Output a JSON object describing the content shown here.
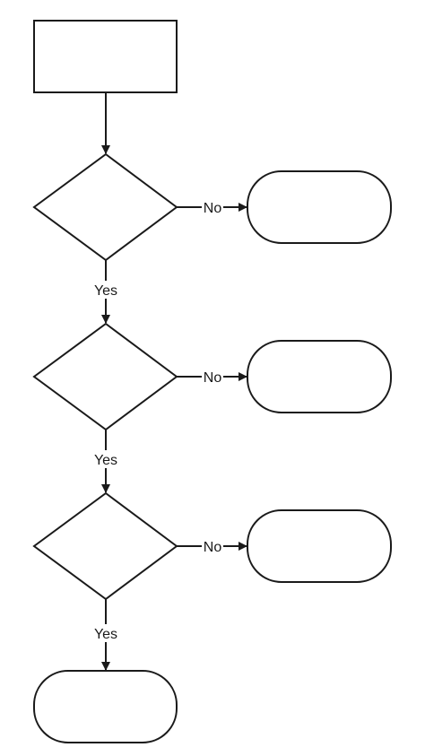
{
  "diagram": {
    "type": "flowchart",
    "stroke_color": "#1a1a1a",
    "background": "#ffffff",
    "nodes": [
      {
        "id": "start",
        "shape": "rectangle",
        "text": ""
      },
      {
        "id": "decision-1",
        "shape": "diamond",
        "text": ""
      },
      {
        "id": "outcome-1",
        "shape": "rounded-rectangle",
        "text": ""
      },
      {
        "id": "decision-2",
        "shape": "diamond",
        "text": ""
      },
      {
        "id": "outcome-2",
        "shape": "rounded-rectangle",
        "text": ""
      },
      {
        "id": "decision-3",
        "shape": "diamond",
        "text": ""
      },
      {
        "id": "outcome-3",
        "shape": "rounded-rectangle",
        "text": ""
      },
      {
        "id": "end",
        "shape": "rounded-rectangle",
        "text": ""
      }
    ],
    "edges": [
      {
        "from": "start",
        "to": "decision-1",
        "label": ""
      },
      {
        "from": "decision-1",
        "to": "outcome-1",
        "label": "No"
      },
      {
        "from": "decision-1",
        "to": "decision-2",
        "label": "Yes"
      },
      {
        "from": "decision-2",
        "to": "outcome-2",
        "label": "No"
      },
      {
        "from": "decision-2",
        "to": "decision-3",
        "label": "Yes"
      },
      {
        "from": "decision-3",
        "to": "outcome-3",
        "label": "No"
      },
      {
        "from": "decision-3",
        "to": "end",
        "label": "Yes"
      }
    ]
  }
}
